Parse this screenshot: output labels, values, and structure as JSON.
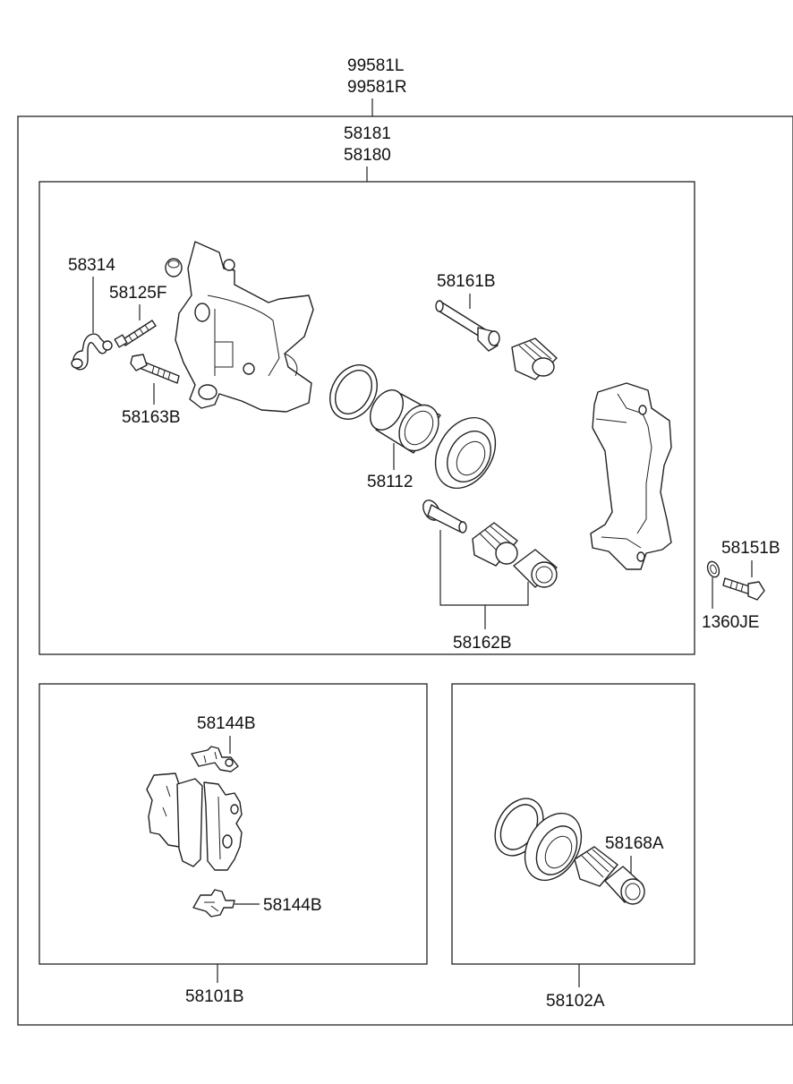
{
  "assembly": {
    "part_no_left": "99581L",
    "part_no_right": "99581R"
  },
  "caliper_kit": {
    "part_no_a": "58181",
    "part_no_b": "58180"
  },
  "parts": {
    "speed_sensor_bracket": "58314",
    "bleeder_screw": "58125F",
    "caliper_bolt": "58163B",
    "guide_pin_upper": "58161B",
    "piston": "58112",
    "guide_pin_lower": "58162B",
    "carrier_bolt": "58151B",
    "washer": "1360JE"
  },
  "pad_kit": {
    "part_no": "58101B",
    "clip_upper": "58144B",
    "clip_lower": "58144B"
  },
  "seal_kit": {
    "part_no": "58102A",
    "boot": "58168A"
  }
}
